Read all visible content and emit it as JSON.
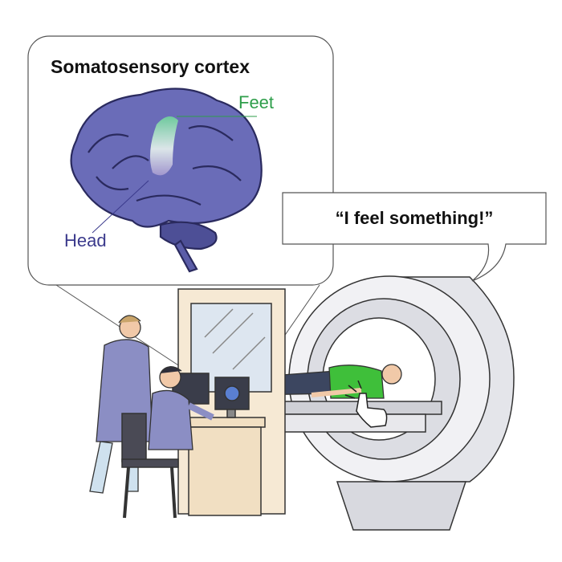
{
  "callout": {
    "title": "Somatosensory cortex",
    "label_feet": "Feet",
    "label_head": "Head"
  },
  "speech": {
    "text": "“I feel something!”"
  },
  "colors": {
    "brain": "#6a6cb8",
    "brain_dark": "#2a2a5e",
    "feet_label": "#2e9e4a",
    "head_label": "#3b3a8c",
    "shirt_patient": "#3fbf3a",
    "coat": "#8b8ec4"
  }
}
